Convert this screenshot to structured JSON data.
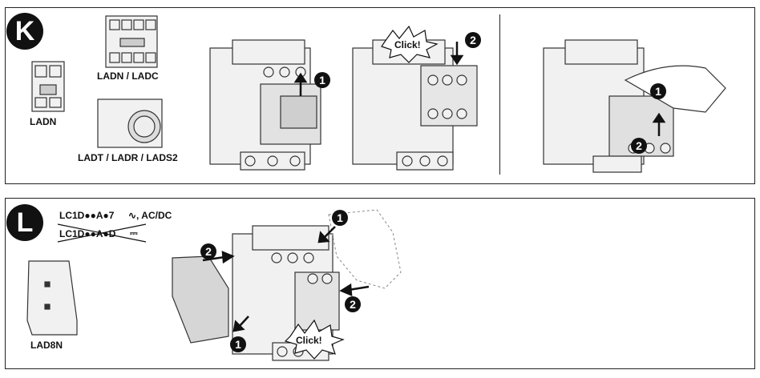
{
  "panel_k": {
    "badge": "K",
    "label_ladn": "LADN",
    "label_ladn_ladc": "LADN / LADC",
    "label_ladt": "LADT / LADR / LADS2",
    "click": "Click!",
    "step1": "1",
    "step2": "2"
  },
  "panel_l": {
    "badge": "L",
    "type_ok": "LC1D●●A●7",
    "type_ok_symbol": "∿, AC/DC",
    "type_not": "LC1D●●A●D",
    "type_not_symbol": "⎓",
    "label_lad8n": "LAD8N",
    "click": "Click!",
    "step1": "1",
    "step2": "2"
  }
}
